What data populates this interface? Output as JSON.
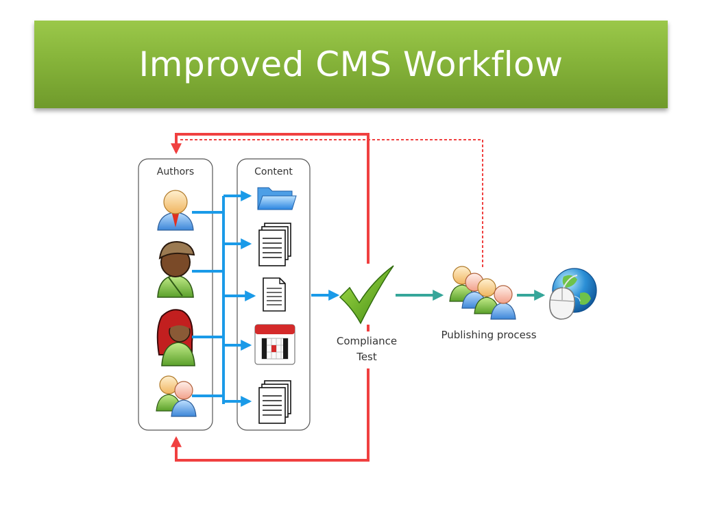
{
  "title": "Improved CMS Workflow",
  "diagram": {
    "authors_label": "Authors",
    "content_label": "Content",
    "compliance_line1": "Compliance",
    "compliance_line2": "Test",
    "publishing_label": "Publishing process"
  },
  "colors": {
    "title_bar": "#8ab83c",
    "feedback_arrow": "#f04040",
    "flow_arrow": "#1a9ae8",
    "publish_arrow": "#36a69a",
    "checkmark": "#5aa818"
  }
}
